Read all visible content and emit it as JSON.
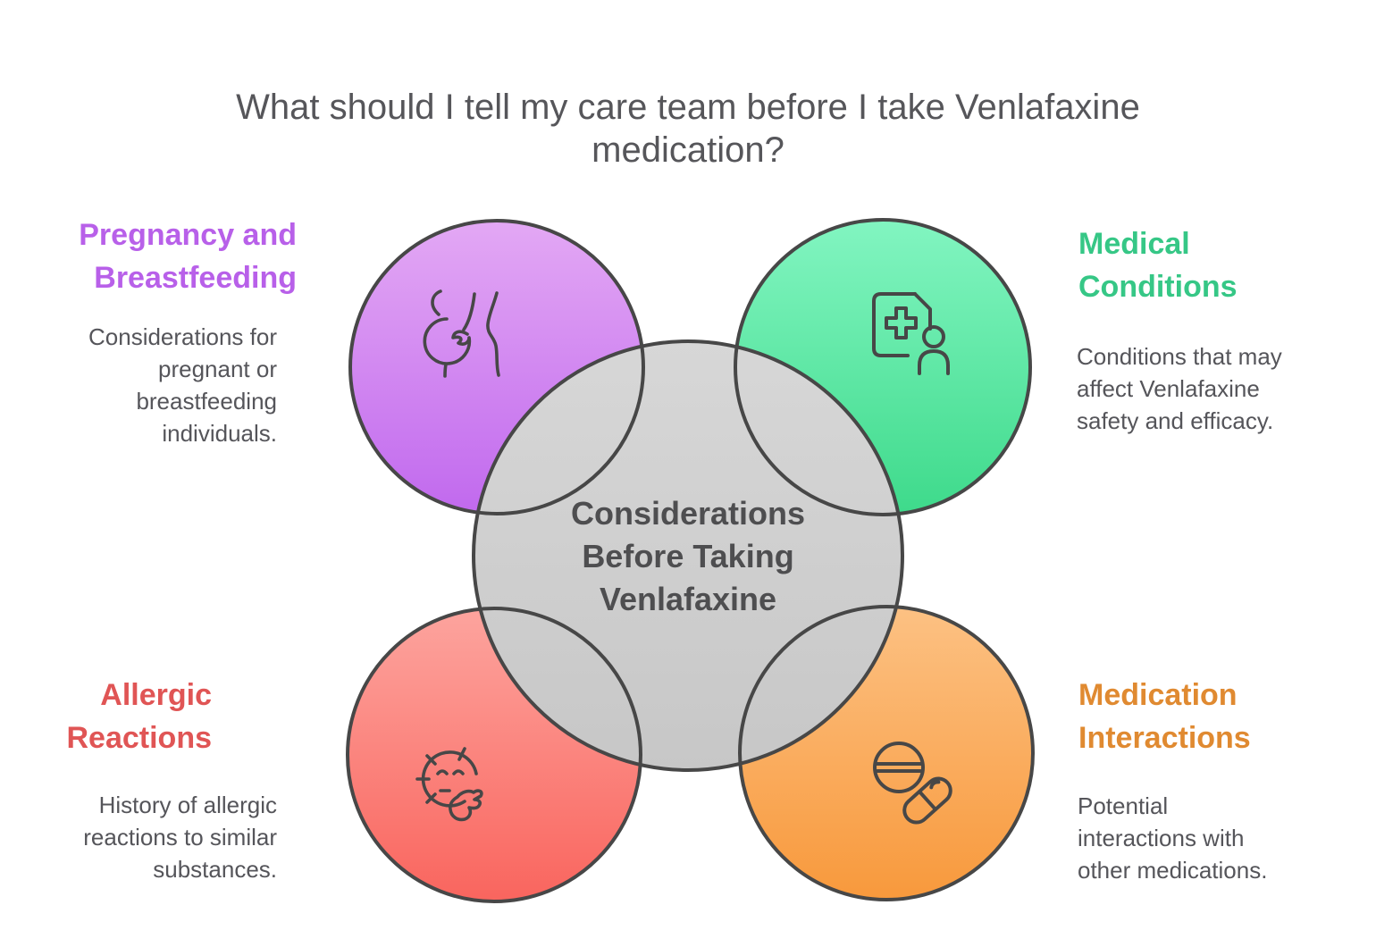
{
  "title": "What should I tell my care team before I take Venlafaxine\nmedication?",
  "background_color": "#ffffff",
  "outline_color": "#474747",
  "text_colors": {
    "title": "#56565a",
    "description": "#55555a",
    "center_label": "#4e4e50"
  },
  "center_circle": {
    "label": "Considerations\nBefore Taking\nVenlafaxine",
    "fill_top": "#d7d7d7",
    "fill_bottom": "#c7c7c7"
  },
  "sections": {
    "pregnancy": {
      "heading": "Pregnancy and\nBreastfeeding",
      "description": "Considerations for\npregnant or\nbreastfeeding\nindividuals.",
      "heading_color": "#b860e9",
      "circle_fill_top": "#e3a8f4",
      "circle_fill_bottom": "#c169ee",
      "icon": "pregnancy-icon"
    },
    "medical": {
      "heading": "Medical\nConditions",
      "description": "Conditions that may\naffect Venlafaxine\nsafety and efficacy.",
      "heading_color": "#36c786",
      "circle_fill_top": "#82f5c1",
      "circle_fill_bottom": "#3eda8b",
      "icon": "medical-document-icon"
    },
    "allergic": {
      "heading": "Allergic\nReactions",
      "description": "History of allergic\nreactions to similar\nsubstances.",
      "heading_color": "#e05555",
      "circle_fill_top": "#fda49e",
      "circle_fill_bottom": "#f9655e",
      "icon": "allergic-face-icon"
    },
    "interactions": {
      "heading": "Medication\nInteractions",
      "description": "Potential\ninteractions with\nother medications.",
      "heading_color": "#e08a31",
      "circle_fill_top": "#fcc183",
      "circle_fill_bottom": "#f8993c",
      "icon": "pills-icon"
    }
  }
}
